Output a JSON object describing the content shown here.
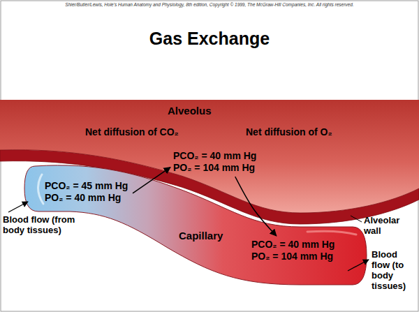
{
  "diagram": {
    "title": "Gas Exchange",
    "nodes": [
      {
        "text": [
          "Alveolus"
        ]
      },
      {
        "text": [
          "PCO₂ = 40 mm Hg",
          "PO₂ = 104 mm Hg"
        ],
        "in": 0
      },
      {
        "text": [
          "Capillary"
        ]
      },
      {
        "text": [
          "PCO₂ = 45 mm Hg",
          "PO₂ = 40 mm Hg"
        ],
        "in": 2
      },
      {
        "text": [
          "PCO₂ = 40 mm Hg",
          "PO₂ = 104 mm Hg"
        ],
        "in": 2
      }
    ],
    "edges": [
      {
        "from": 3,
        "to": 1,
        "label": "Net diffusion of CO₂",
        "arrow": "to"
      },
      {
        "from": 1,
        "to": 4,
        "label": "Net diffusion of O₂",
        "arrow": "to"
      }
    ],
    "labels": [
      "Shier/Butler/Lewis, Hole's Human Anatomy and Physiology, 8th edition, Copyright © 1999, The McGraw-Hill Companies, Inc. All rights reserved.",
      "Alveolar wall",
      "Blood flow (from body tissues)",
      "Blood flow (to body tissues)"
    ]
  }
}
